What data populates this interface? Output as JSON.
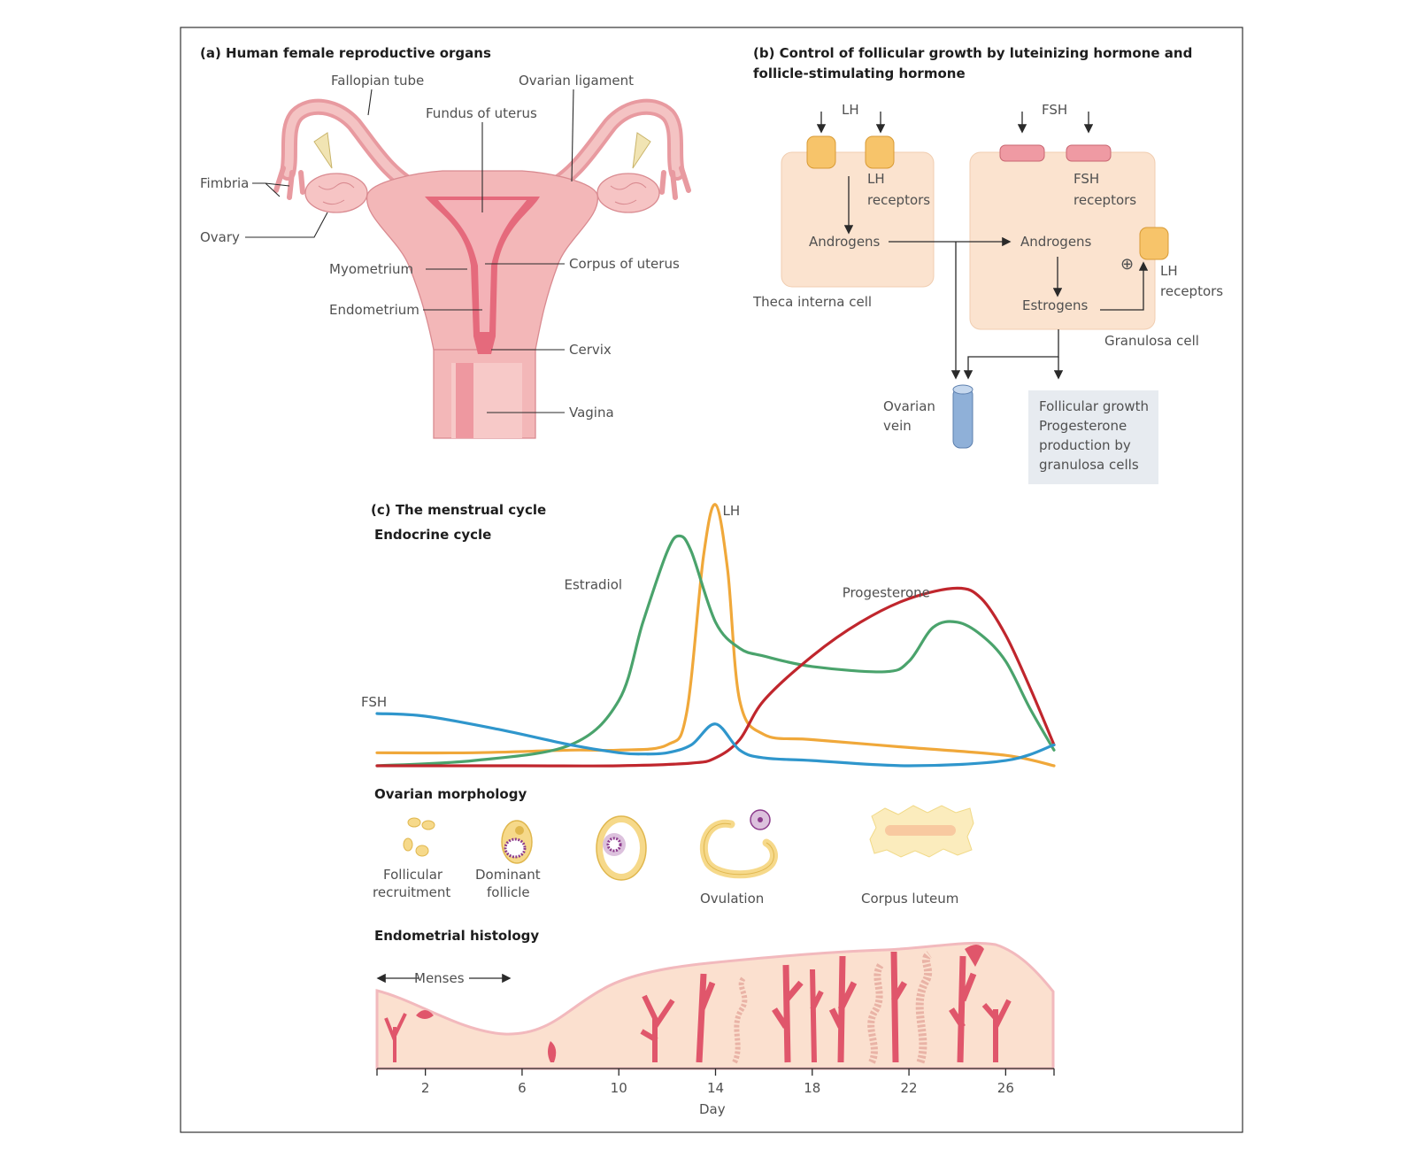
{
  "panel_a": {
    "title": "(a)  Human female reproductive organs",
    "labels": {
      "fallopian_tube": "Fallopian tube",
      "ovarian_ligament": "Ovarian ligament",
      "fundus": "Fundus of uterus",
      "fimbria": "Fimbria",
      "ovary": "Ovary",
      "myometrium": "Myometrium",
      "corpus": "Corpus of uterus",
      "endometrium": "Endometrium",
      "cervix": "Cervix",
      "vagina": "Vagina"
    }
  },
  "panel_b": {
    "title_line1": "(b)  Control of follicular growth by luteinizing hormone and",
    "title_line2": "follicle-stimulating hormone",
    "lh": "LH",
    "fsh": "FSH",
    "lh_receptors_1": "LH",
    "lh_receptors_2": "receptors",
    "fsh_receptors_1": "FSH",
    "fsh_receptors_2": "receptors",
    "androgens_theca": "Androgens",
    "androgens_granulosa": "Androgens",
    "estrogens": "Estrogens",
    "plus": "⊕",
    "lh_receptors_g1": "LH",
    "lh_receptors_g2": "receptors",
    "theca_cell": "Theca interna cell",
    "granulosa_cell": "Granulosa cell",
    "ovarian_vein_1": "Ovarian",
    "ovarian_vein_2": "vein",
    "outcome": [
      "Follicular growth",
      "Progesterone",
      "production by",
      "granulosa cells"
    ]
  },
  "panel_c": {
    "title": "(c)  The menstrual cycle",
    "endocrine_title": "Endocrine cycle",
    "ovarian_title": "Ovarian morphology",
    "endometrial_title": "Endometrial histology",
    "menses": "Menses",
    "x_label": "Day",
    "morphology_labels": {
      "recruitment_1": "Follicular",
      "recruitment_2": "recruitment",
      "dominant_1": "Dominant",
      "dominant_2": "follicle",
      "ovulation": "Ovulation",
      "corpus_luteum": "Corpus luteum"
    }
  },
  "chart_data": {
    "type": "line",
    "title": "Endocrine cycle",
    "xlabel": "Day",
    "ylabel": "",
    "xlim": [
      0,
      28
    ],
    "ylim": [
      0,
      1
    ],
    "x_ticks": [
      2,
      6,
      10,
      14,
      18,
      22,
      26
    ],
    "grid": false,
    "series": [
      {
        "name": "LH",
        "color": "#f0a83a",
        "x": [
          0,
          4,
          8,
          10,
          12,
          12.8,
          13.5,
          14,
          14.5,
          15,
          16,
          18,
          22,
          26,
          28
        ],
        "y": [
          0.05,
          0.05,
          0.06,
          0.06,
          0.08,
          0.2,
          0.8,
          1.0,
          0.75,
          0.25,
          0.12,
          0.1,
          0.07,
          0.04,
          0.0
        ]
      },
      {
        "name": "Estradiol",
        "color": "#4aa36c",
        "x": [
          0,
          4,
          8,
          10,
          11,
          12,
          12.5,
          13,
          14,
          15,
          16,
          18,
          21,
          22,
          23,
          24,
          25,
          26,
          27,
          28
        ],
        "y": [
          0.0,
          0.02,
          0.08,
          0.25,
          0.55,
          0.82,
          0.88,
          0.82,
          0.55,
          0.45,
          0.42,
          0.38,
          0.36,
          0.4,
          0.53,
          0.55,
          0.5,
          0.4,
          0.22,
          0.06
        ]
      },
      {
        "name": "Progesterone",
        "color": "#c0262d",
        "x": [
          0,
          6,
          10,
          13,
          14,
          15,
          16,
          18,
          20,
          22,
          24,
          25,
          26,
          27,
          28
        ],
        "y": [
          0.0,
          0.0,
          0.0,
          0.01,
          0.03,
          0.1,
          0.25,
          0.42,
          0.55,
          0.64,
          0.68,
          0.64,
          0.5,
          0.3,
          0.08
        ]
      },
      {
        "name": "FSH",
        "color": "#2f96cc",
        "x": [
          0,
          2,
          5,
          8,
          10,
          11,
          12,
          13,
          14,
          15,
          16,
          18,
          22,
          26,
          28
        ],
        "y": [
          0.2,
          0.19,
          0.14,
          0.08,
          0.05,
          0.045,
          0.05,
          0.08,
          0.16,
          0.06,
          0.03,
          0.02,
          0.0,
          0.02,
          0.08
        ]
      }
    ]
  }
}
